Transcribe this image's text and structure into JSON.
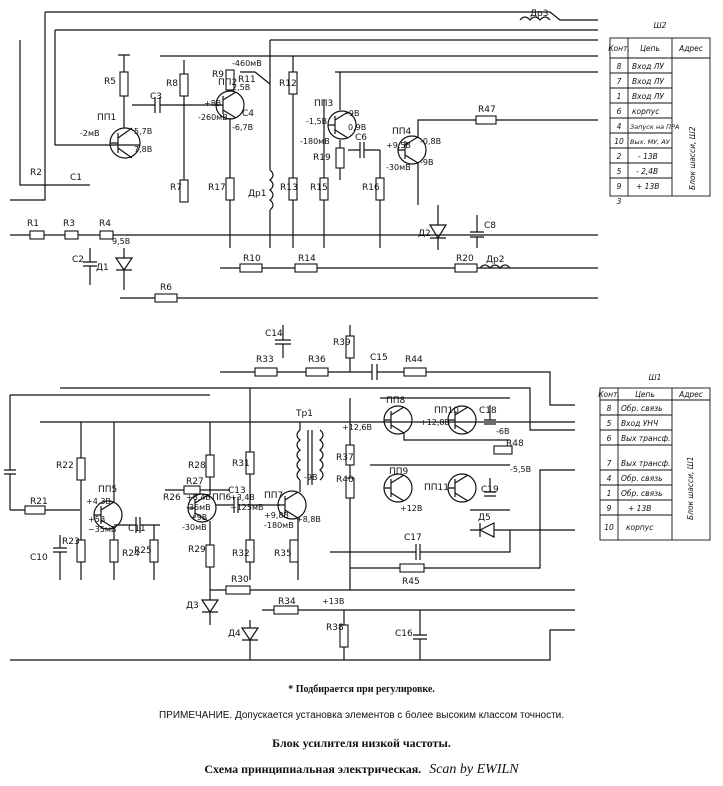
{
  "top": {
    "table": {
      "title": "Ш2",
      "headers": [
        "Конт.",
        "Цепь",
        "Адрес"
      ],
      "rows": [
        [
          "8",
          "Вход ЛУ"
        ],
        [
          "7",
          "Вход ЛУ"
        ],
        [
          "1",
          "Вход ЛУ"
        ],
        [
          "6",
          "корпус"
        ],
        [
          "4",
          "Запуск на ПРА"
        ],
        [
          "10",
          "Вых. МУ, АУ"
        ],
        [
          "2",
          "- 13В"
        ],
        [
          "5",
          "- 2,4В"
        ],
        [
          "9",
          "+ 13В"
        ],
        [
          "3",
          ""
        ]
      ],
      "side_label": "Блок шасси, Ш2"
    },
    "labels": [
      "R5",
      "R8",
      "R9",
      "R11",
      "R12",
      "C3",
      "ПП1",
      "ПП2",
      "ПП3",
      "ПП4",
      "R47",
      "C4",
      "C1",
      "R2",
      "R1",
      "R3",
      "R4",
      "C2",
      "Д1",
      "R6",
      "R7",
      "R17",
      "Др1",
      "R13",
      "R15",
      "R16",
      "R19",
      "C6",
      "Д2",
      "C8",
      "R10",
      "R14",
      "R20",
      "Др2",
      "Др3",
      "ПП3",
      "-2мВ",
      "5,7В",
      "7,8В",
      "+8В",
      "-260мВ",
      "-6,7В",
      "-1,5В",
      "-9В",
      "-180мВ",
      "0,9В",
      "-0,8В",
      "+9,5В",
      "-30мВ",
      "9,5В",
      "-460мВ",
      "2,5В",
      "-9В"
    ]
  },
  "bottom": {
    "table": {
      "title": "Ш1",
      "headers": [
        "Конт.",
        "Цепь",
        "Адрес"
      ],
      "rows": [
        [
          "8",
          "Обр. связь"
        ],
        [
          "5",
          "Вход УНЧ"
        ],
        [
          "6",
          "Вых трансф."
        ],
        [
          "7",
          "Вых трансф."
        ],
        [
          "4",
          "Обр. связь"
        ],
        [
          "1",
          "Обр. связь"
        ],
        [
          "9",
          "+ 13В"
        ],
        [
          "10",
          "корпус"
        ]
      ],
      "side_label": "Блок шасси, Ш1"
    },
    "labels": [
      "C14",
      "R39",
      "R33",
      "R36",
      "C15",
      "R44",
      "Тр1",
      "ПП8",
      "ПП10",
      "C18",
      "R48",
      "C19",
      "ПП9",
      "ПП11",
      "R37",
      "R40",
      "R22",
      "R21",
      "C10",
      "R23",
      "ПП5",
      "C11",
      "R24",
      "R25",
      "R27",
      "ПП6",
      "R28",
      "R26",
      "R29",
      "C13",
      "R31",
      "R32",
      "ПП7",
      "R35",
      "Д3",
      "Д4",
      "R30",
      "R34",
      "R38",
      "C16",
      "C17",
      "R45",
      "Д5",
      "+12,6В",
      "+12В",
      "+12,8В",
      "-6В",
      "-5,5В",
      "+4,3В",
      "+5В",
      "~35мВ",
      "+8,4В",
      "-36мВ",
      "+3,4В",
      "~125мВ",
      "+9В",
      "-30мВ",
      "+9,8В",
      "-180мВ",
      "+8,8В",
      "+13В",
      "-9В"
    ]
  },
  "notes": {
    "footnote": "* Подбирается при регулировке.",
    "remark": "ПРИМЕЧАНИЕ. Допускается установка элементов с более высоким классом точности.",
    "title": "Блок усилителя низкой частоты.",
    "subtitle": "Схема принципиальная электрическая.",
    "scan": "Scan by EWILN"
  }
}
